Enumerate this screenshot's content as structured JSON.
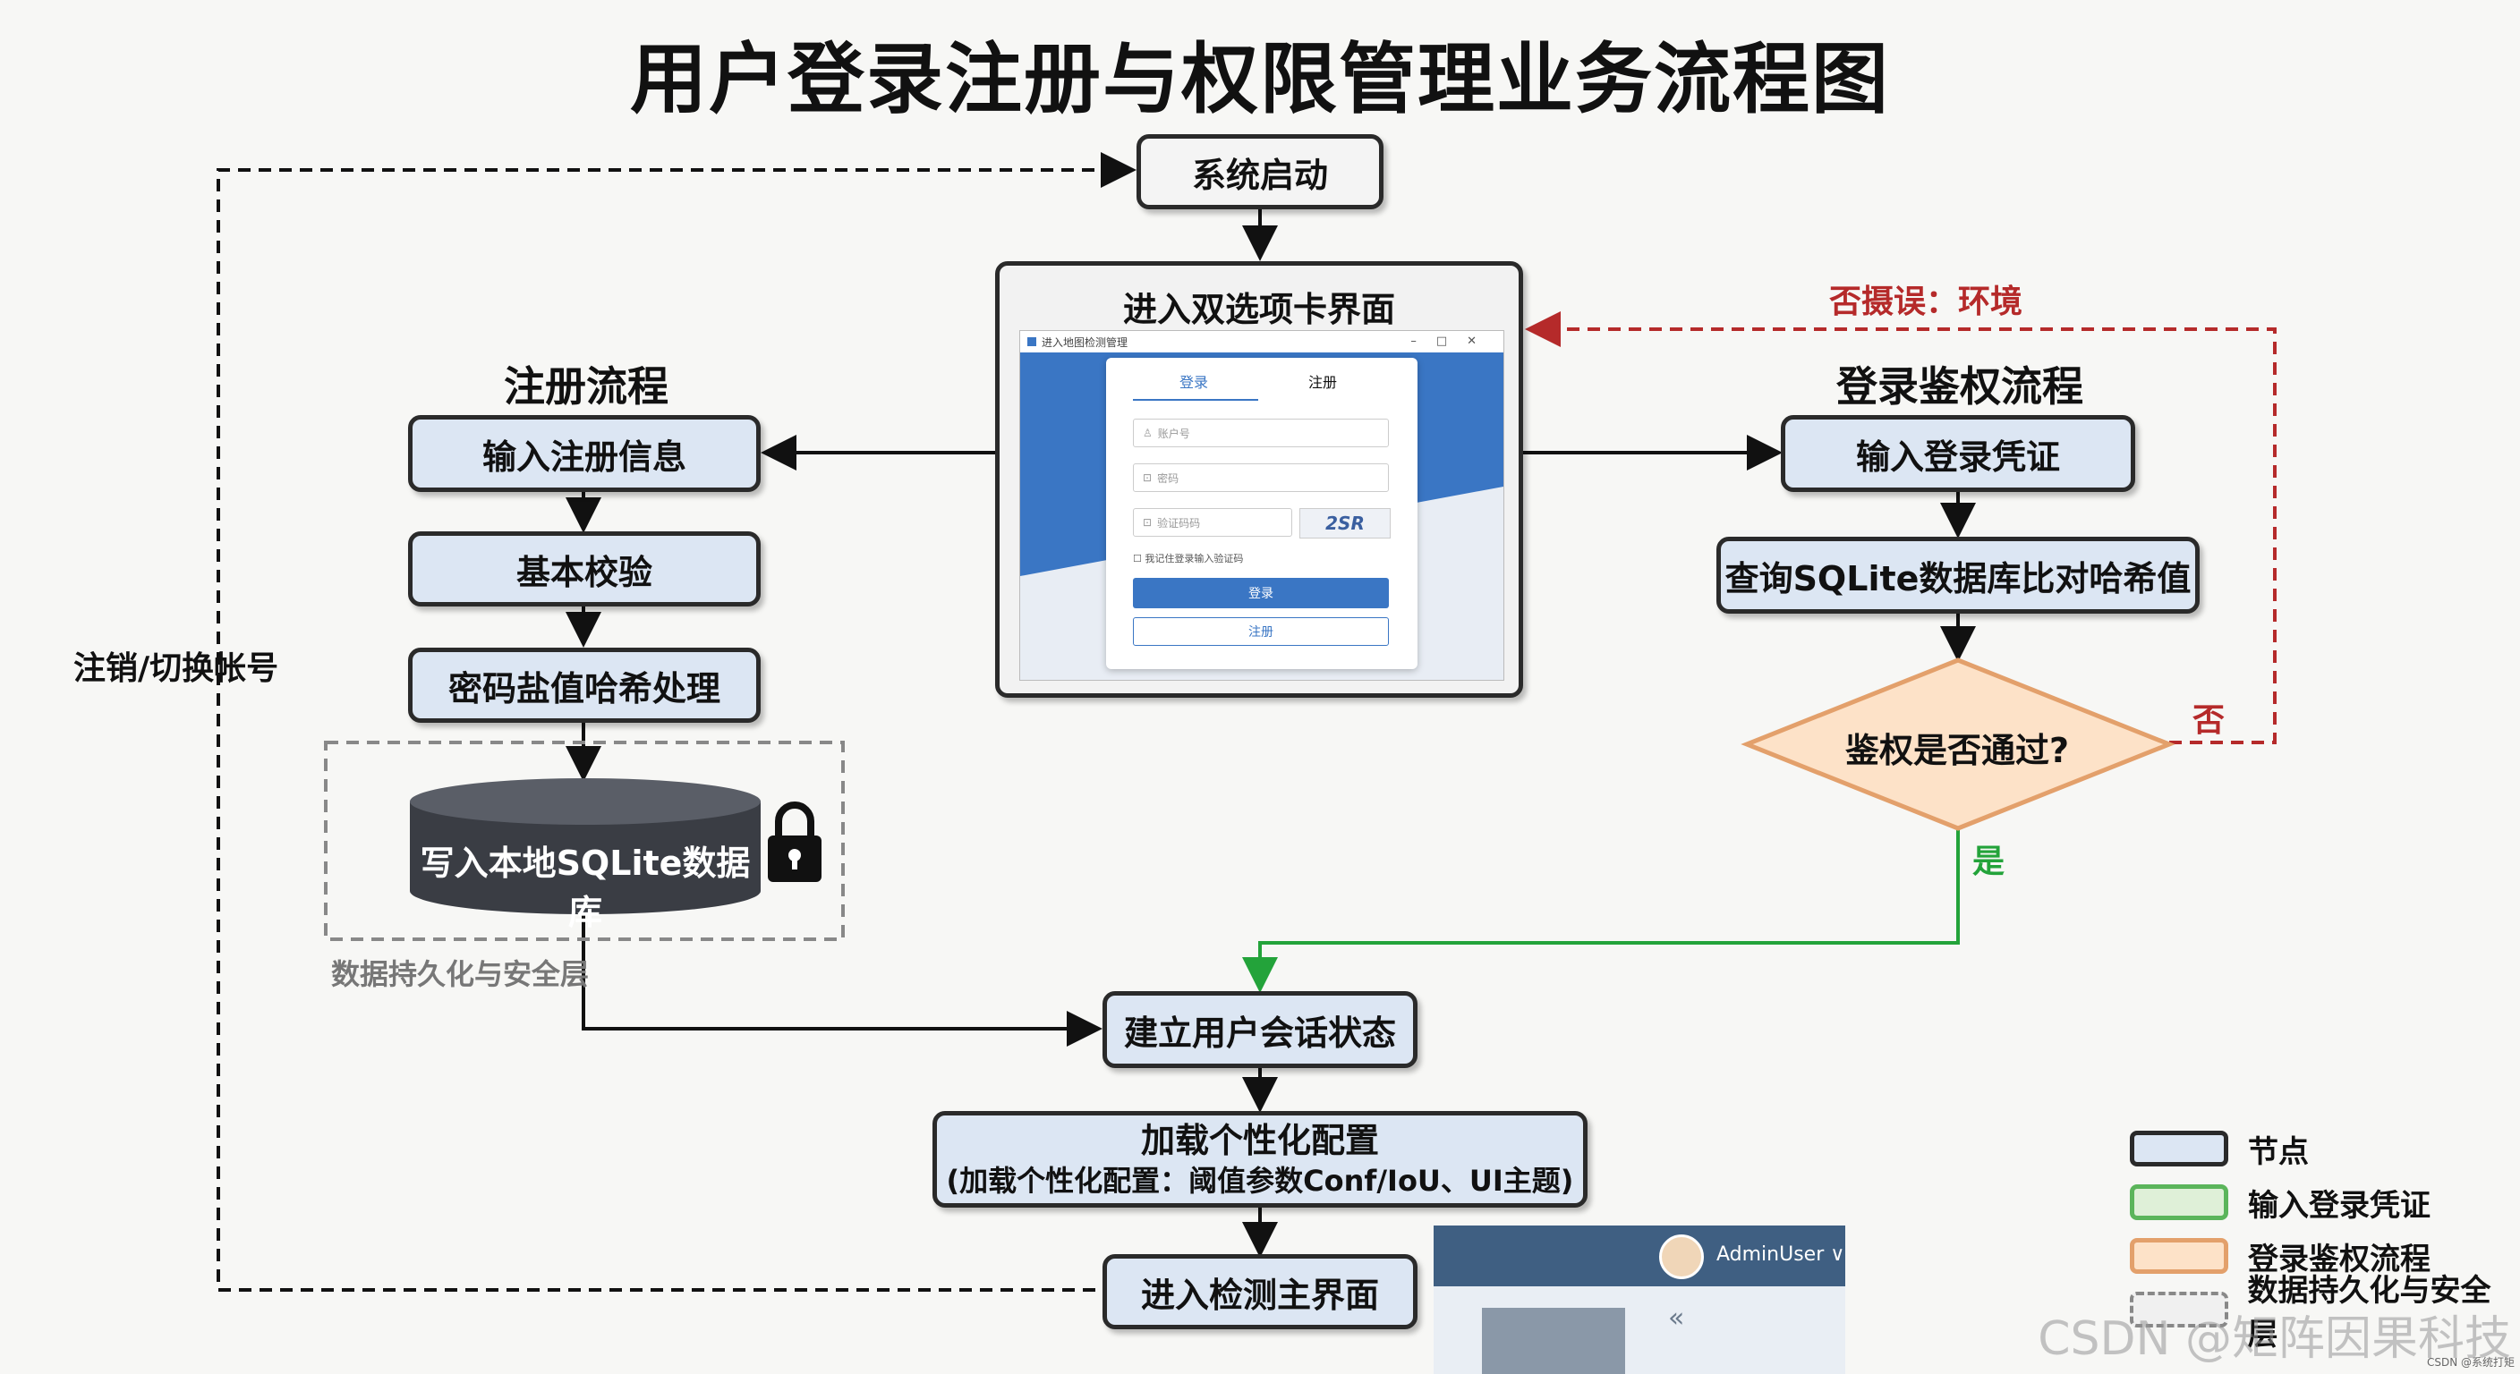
{
  "title": "用户登录注册与权限管理业务流程图",
  "nodes": {
    "start": "系统启动",
    "dual_tab": "进入双选项卡界面",
    "reg_input": "输入注册信息",
    "basic_check": "基本校验",
    "salt_hash": "密码盐值哈希处理",
    "write_db": "写入本地SQLite数据库",
    "login_input": "输入登录凭证",
    "query_db": "查询SQLite数据库比对哈希值",
    "auth_decision": "鉴权是否通过?",
    "session": "建立用户会话状态",
    "config_title": "加载个性化配置",
    "config_sub": "(加载个性化配置：阈值参数Conf/IoU、UI主题)",
    "main_ui": "进入检测主界面"
  },
  "headings": {
    "register": "注册流程",
    "login": "登录鉴权流程"
  },
  "labels": {
    "persistence_layer": "数据持久化与安全层",
    "logout_switch": "注销/切换帐号",
    "no_error": "否摄误：环境",
    "no": "否",
    "yes": "是"
  },
  "login_window": {
    "window_title": "进入地图检测管理",
    "tab_login": "登录",
    "tab_register": "注册",
    "account_placeholder": "账户号",
    "password_placeholder": "密码",
    "captcha_placeholder": "验证码码",
    "captcha_value": "2SR",
    "remember": "我记住登录输入验证码",
    "login_button": "登录",
    "register_button": "注册"
  },
  "main_app": {
    "user": "AdminUser ∨",
    "collapse": "«"
  },
  "legend": [
    {
      "label": "节点",
      "color": "#dce6f3",
      "border": "#2a2a2a"
    },
    {
      "label": "输入登录凭证",
      "color": "#dff0d8",
      "border": "#5bb55b"
    },
    {
      "label": "登录鉴权流程",
      "color": "#fde2c8",
      "border": "#e3a06b"
    },
    {
      "label": "数据持久化与安全层",
      "color": "#f0f0f0",
      "border": "#888888"
    }
  ],
  "watermark": "CSDN @矩阵因果科技",
  "watermark_small": "CSDN @系统打矩",
  "colors": {
    "node_fill": "#dce6f3",
    "error_red": "#b52a2a",
    "success_green": "#23a33a",
    "decision_fill": "#fde2c8",
    "decision_border": "#e3a06b",
    "db_fill": "#3a3d44"
  }
}
